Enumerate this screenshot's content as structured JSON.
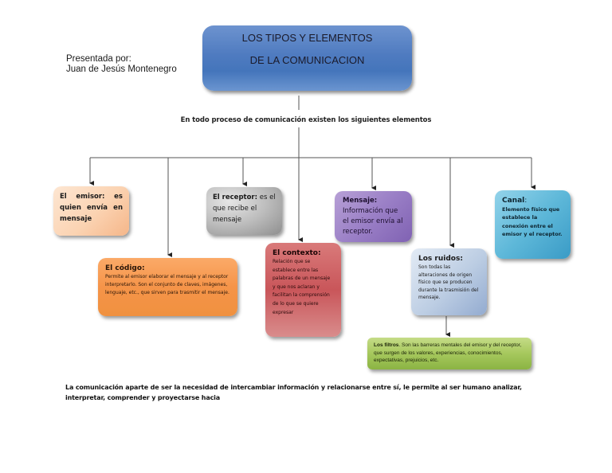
{
  "header": {
    "title_line1": "LOS TIPOS Y ELEMENTOS",
    "title_line2": "DE LA COMUNICACION",
    "presented_by_label": "Presentada por:",
    "author": "Juan de Jesús Montenegro"
  },
  "intro": "En todo proceso de comunicación existen los siguientes elementos",
  "nodes": {
    "emisor": {
      "title": "El emisor:",
      "text": " es quien envía en mensaje",
      "color": "#fbd3b2"
    },
    "receptor": {
      "title": "El receptor:",
      "text": " es el que recibe el mensaje",
      "color": "#bdbdbd"
    },
    "mensaje": {
      "title": "Mensaje:",
      "text": "Información que el emisor envía al receptor.",
      "color": "#9a7fc6"
    },
    "canal": {
      "title": "Canal",
      "title_suffix": ":",
      "text": "Elemento físico que establece la conexión entre el emisor y el receptor.",
      "color": "#5eb8d9"
    },
    "codigo": {
      "title": "El código:",
      "text": "Permite al emisor elaborar el mensaje y al receptor interpretarlo. Son el conjunto de claves, imágenes, lenguaje, etc., que sirven para trasmitir el mensaje.",
      "color": "#f59449"
    },
    "contexto": {
      "title": "El contexto:",
      "text": "Relación que se establece entre las palabras de un mensaje y que nos aclaran y facilitan la comprensión de lo que se quiere expresar",
      "color": "#c9565a"
    },
    "ruidos": {
      "title": "Los ruidos:",
      "text": "Son todas las alteraciones de origen físico que se producen durante la trasmisión del mensaje.",
      "color": "#bccde3"
    },
    "filtros": {
      "title": "Los filtros",
      "text": ". Son las barreras mentales del emisor y del receptor, que surgen de los valores, experiencias, conocimientos, expectativas, prejuicios, etc.",
      "color": "#a6c85d"
    }
  },
  "conclusion": "La comunicación aparte de ser la necesidad de intercambiar información y relacionarse entre sí, le permite al ser humano analizar, interpretar, comprender y proyectarse hacia"
}
